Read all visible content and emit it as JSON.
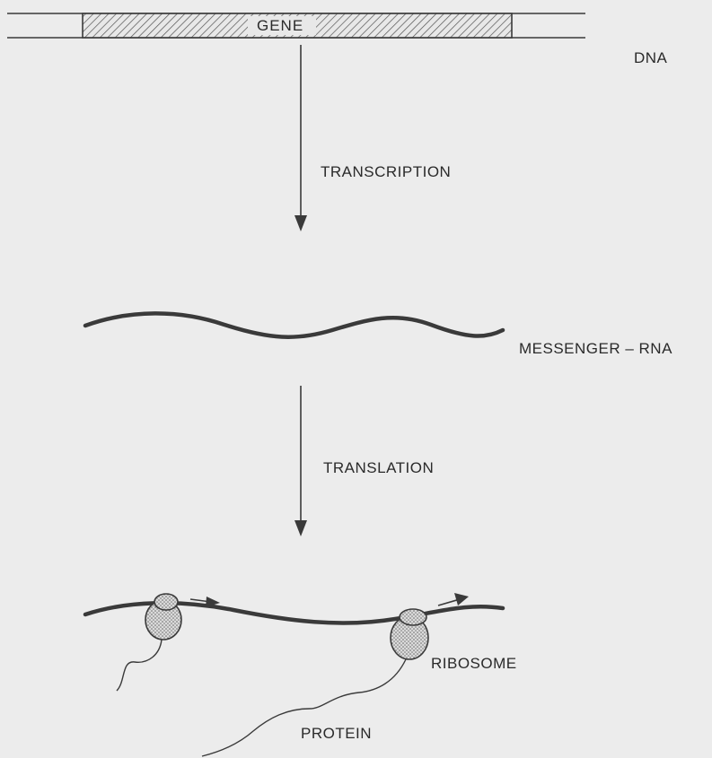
{
  "background": "#ececec",
  "ink": "#3a3a3a",
  "labels": {
    "gene": "GENE",
    "dna": "DNA",
    "transcription": "TRANSCRIPTION",
    "mrna": "MESSENGER – RNA",
    "translation": "TRANSLATION",
    "ribosome": "RIBOSOME",
    "protein": "PROTEIN"
  }
}
